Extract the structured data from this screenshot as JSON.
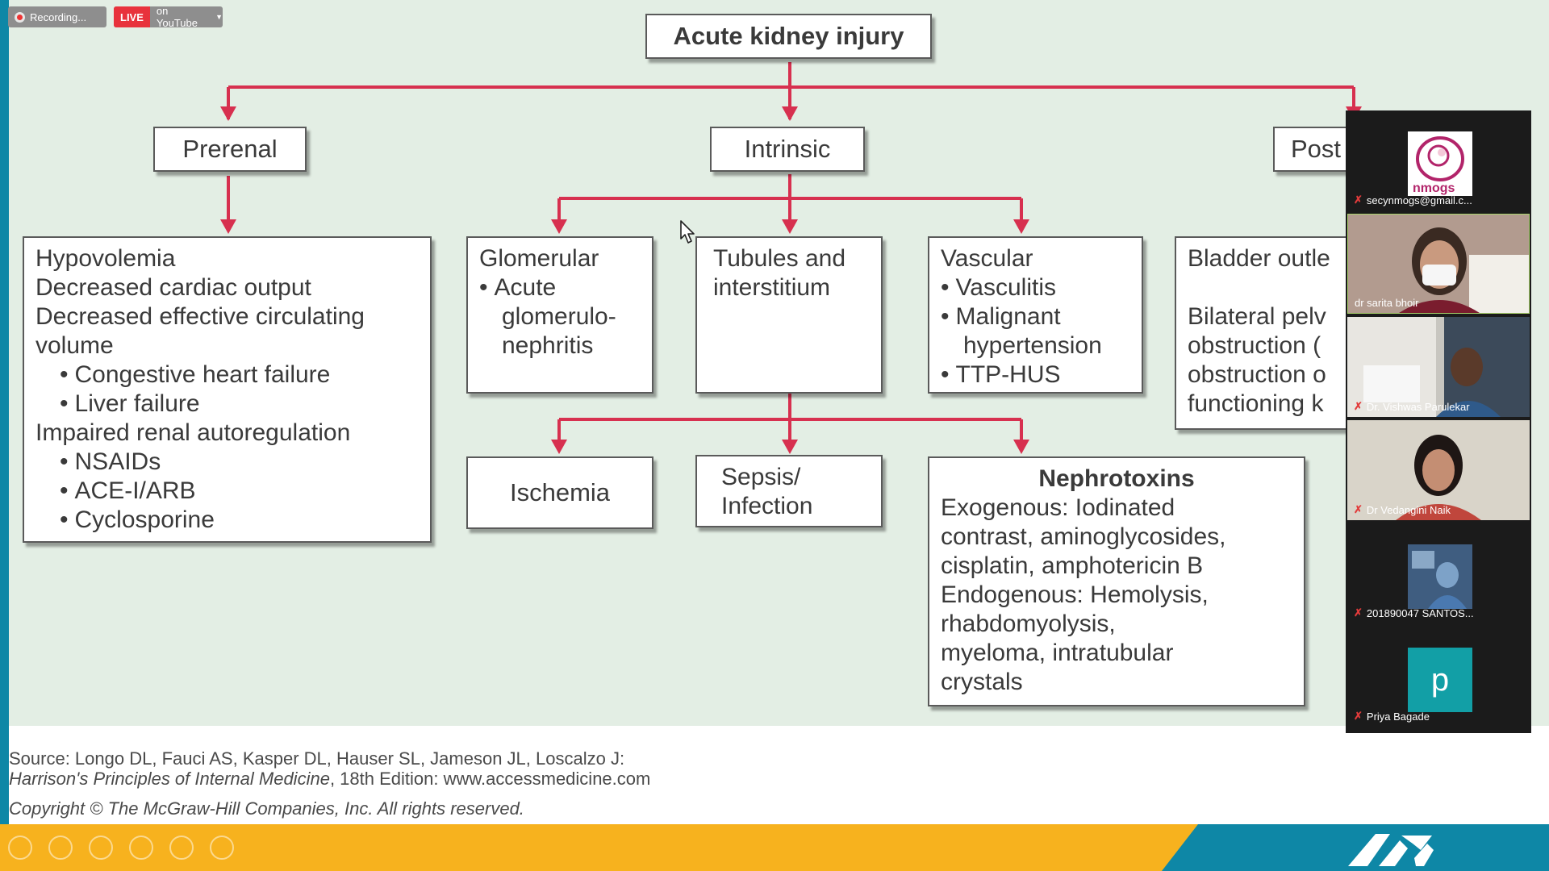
{
  "toolbar": {
    "recording_label": "Recording...",
    "live_badge": "LIVE",
    "live_target": "on YouTube",
    "colors": {
      "live": "#e8323c",
      "chip": "#8e8e8e"
    }
  },
  "diagram": {
    "title": "Acute kidney injury",
    "categories": {
      "prerenal": "Prerenal",
      "intrinsic": "Intrinsic",
      "postrenal": "Post"
    },
    "prerenal_causes": {
      "line1": "Hypovolemia",
      "line2": "Decreased cardiac output",
      "line3": "Decreased effective circulating",
      "line4": "volume",
      "line5": "Congestive heart failure",
      "line6": "Liver failure",
      "line7": "Impaired renal autoregulation",
      "line8": "NSAIDs",
      "line9": "ACE-I/ARB",
      "line10": "Cyclosporine"
    },
    "glomerular": {
      "title": "Glomerular",
      "item1": "Acute",
      "item2": "glomerulo-",
      "item3": "nephritis"
    },
    "tubules": {
      "line1": "Tubules and",
      "line2": "interstitium"
    },
    "vascular": {
      "title": "Vascular",
      "item1": "Vasculitis",
      "item2": "Malignant",
      "item3": "hypertension",
      "item4": "TTP-HUS"
    },
    "postrenal_causes": {
      "line1": "Bladder outle",
      "line2": "Bilateral pelv",
      "line3": "obstruction (",
      "line4": "obstruction o",
      "line5": "functioning k"
    },
    "ischemia": "Ischemia",
    "sepsis": {
      "line1": "Sepsis/",
      "line2": "Infection"
    },
    "nephrotoxins": {
      "title": "Nephrotoxins",
      "line1": "Exogenous: Iodinated",
      "line2": "contrast, aminoglycosides,",
      "line3": "cisplatin, amphotericin B",
      "line4": "Endogenous: Hemolysis,",
      "line5": "rhabdomyolysis,",
      "line6": "myeloma, intratubular",
      "line7": "crystals"
    },
    "colors": {
      "arrow": "#d7304f",
      "background": "#e3eee4"
    }
  },
  "footer": {
    "source_line1": "Source: Longo DL, Fauci AS, Kasper DL, Hauser SL, Jameson JL, Loscalzo J:",
    "source_book": "Harrison's Principles of Internal Medicine",
    "source_rest": ", 18th Edition: www.accessmedicine.com",
    "copyright": "Copyright © The McGraw-Hill Companies, Inc. All rights reserved."
  },
  "participants": [
    {
      "name": "secynmogs@gmail.c...",
      "logo_text": "nmogs",
      "muted": true
    },
    {
      "name": "dr sarita bhoir",
      "muted": true
    },
    {
      "name": "Dr. Vishwas Parulekar",
      "muted": true
    },
    {
      "name": "Dr Vedangini Naik",
      "muted": true
    },
    {
      "name": "201890047 SANTOS...",
      "muted": true
    },
    {
      "name": "Priya Bagade",
      "avatar_letter": "p",
      "muted": true
    }
  ],
  "icons": {
    "record": "record-icon",
    "mic_muted": "mic-muted-icon",
    "cursor": "mouse-cursor-icon",
    "tools": [
      "pointer-tool-icon",
      "play-tool-icon",
      "pen-tool-icon",
      "grid-tool-icon",
      "zoom-tool-icon",
      "more-tool-icon"
    ]
  }
}
